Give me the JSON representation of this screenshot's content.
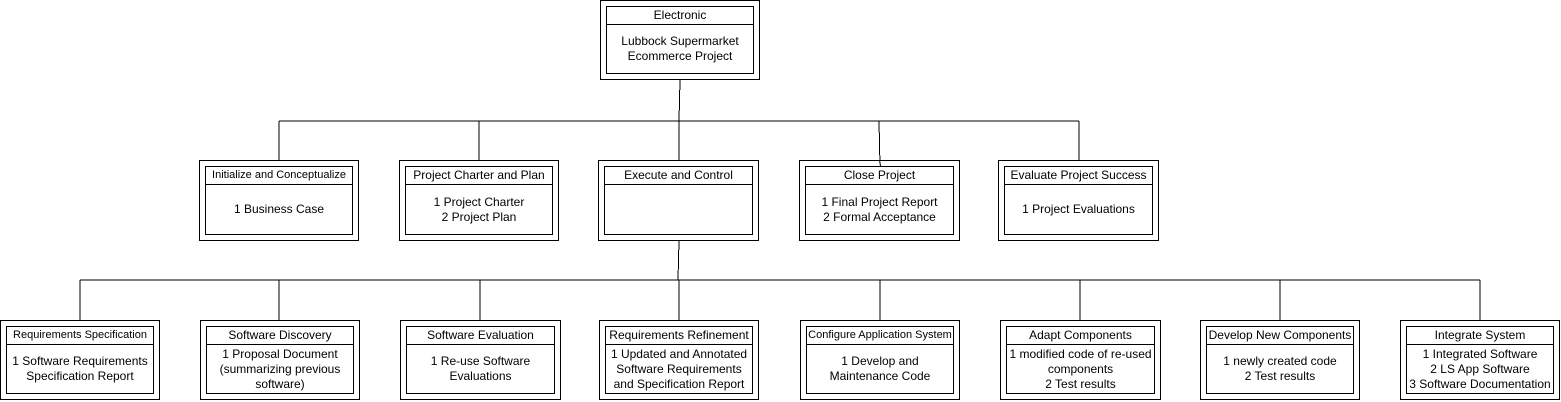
{
  "root": {
    "title": "Electronic",
    "lines": [
      "Lubbock Supermarket",
      "Ecommerce Project"
    ]
  },
  "phases": [
    {
      "title": "Initialize and Conceptualize",
      "lines": [
        "1 Business Case"
      ]
    },
    {
      "title": "Project Charter and Plan",
      "lines": [
        "1 Project Charter",
        "2 Project Plan"
      ]
    },
    {
      "title": "Execute and Control",
      "lines": []
    },
    {
      "title": "Close Project",
      "lines": [
        "1 Final Project Report",
        "2 Formal Acceptance"
      ]
    },
    {
      "title": "Evaluate Project Success",
      "lines": [
        "1 Project Evaluations"
      ]
    }
  ],
  "tasks": [
    {
      "title": "Requirements Specification",
      "lines": [
        "1 Software Requirements",
        "Specification Report"
      ]
    },
    {
      "title": "Software Discovery",
      "lines": [
        "1 Proposal Document",
        "(summarizing previous",
        "software)"
      ]
    },
    {
      "title": "Software Evaluation",
      "lines": [
        "1 Re-use Software",
        "Evaluations"
      ]
    },
    {
      "title": "Requirements Refinement",
      "lines": [
        "1 Updated and Annotated",
        "Software Requirements",
        "and Specification Report"
      ]
    },
    {
      "title": "Configure Application System",
      "lines": [
        "1 Develop and",
        "Maintenance Code"
      ]
    },
    {
      "title": "Adapt Components",
      "lines": [
        "1 modified code of re-used",
        "components",
        "2 Test results"
      ]
    },
    {
      "title": "Develop New Components",
      "lines": [
        "1 newly created code",
        "2 Test results"
      ]
    },
    {
      "title": "Integrate System",
      "lines": [
        "1 Integrated Software",
        "2 LS App Software",
        "3 Software Documentation"
      ]
    }
  ]
}
